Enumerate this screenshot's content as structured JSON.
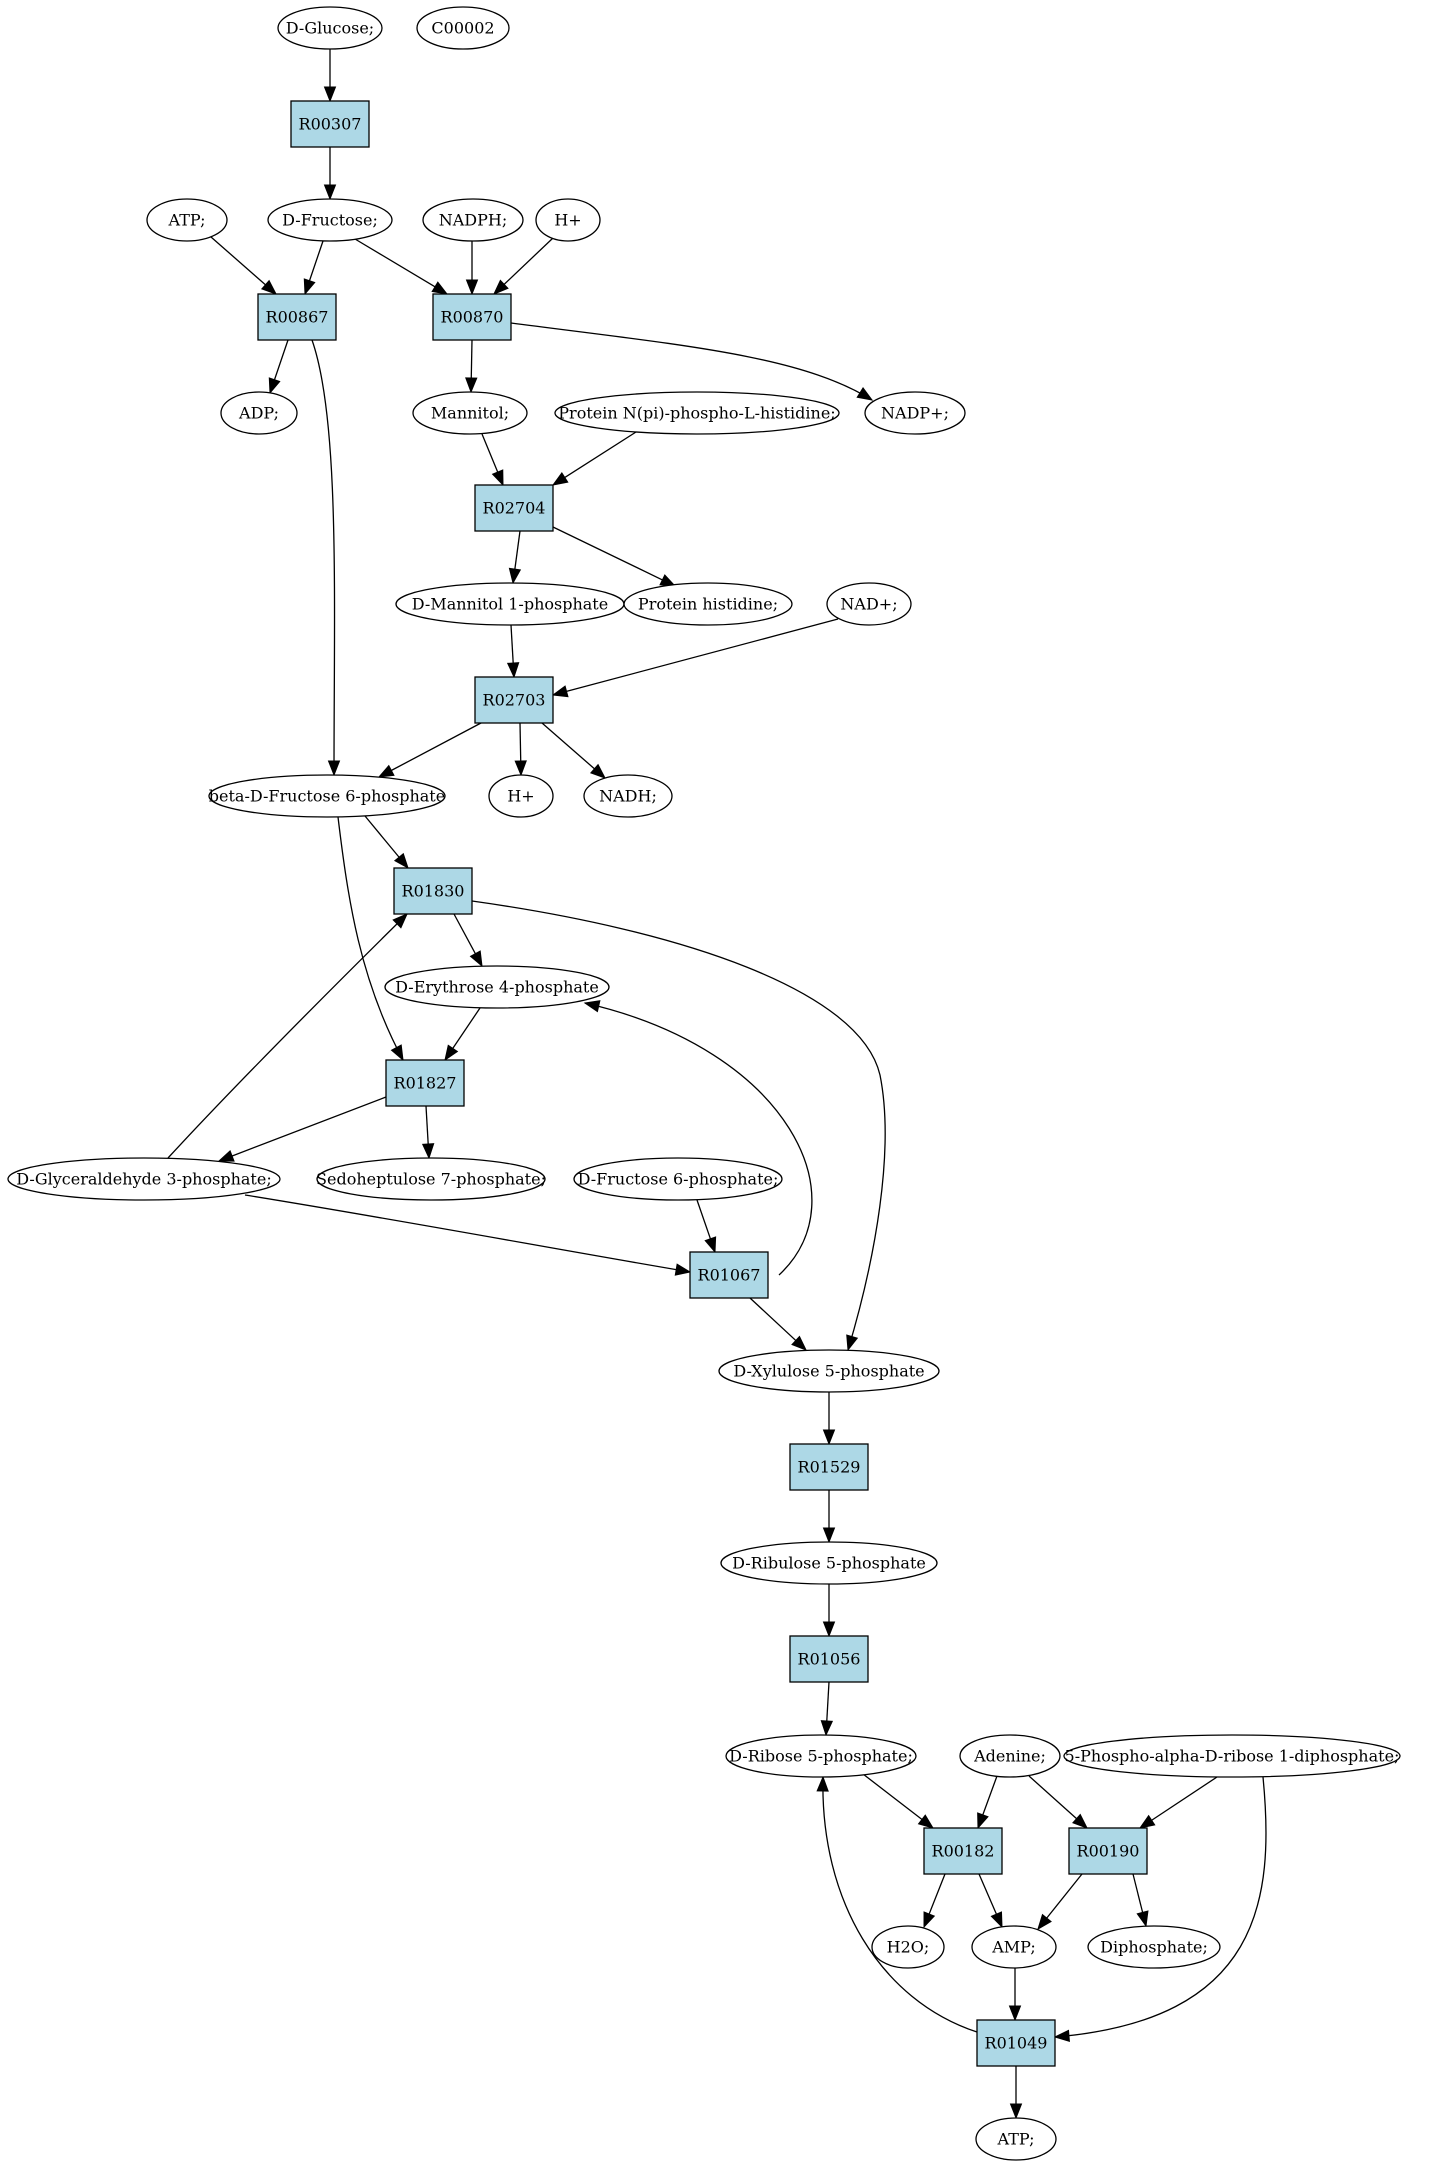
{
  "diagram": {
    "colors": {
      "start_node": "#00ee00",
      "target_node": "#ffff00",
      "reaction_node": "#add8e6",
      "compound_node": "#ffffff",
      "edge": "#000000"
    },
    "nodes": [
      {
        "id": "glucose",
        "label": "D-Glucose;",
        "kind": "start"
      },
      {
        "id": "c00002",
        "label": "C00002",
        "kind": "target"
      },
      {
        "id": "R00307",
        "label": "R00307",
        "kind": "reaction"
      },
      {
        "id": "atp1",
        "label": "ATP;",
        "kind": "compound"
      },
      {
        "id": "fructose",
        "label": "D-Fructose;",
        "kind": "compound"
      },
      {
        "id": "nadph",
        "label": "NADPH;",
        "kind": "compound"
      },
      {
        "id": "hplus1",
        "label": "H+",
        "kind": "compound"
      },
      {
        "id": "R00867",
        "label": "R00867",
        "kind": "reaction"
      },
      {
        "id": "R00870",
        "label": "R00870",
        "kind": "reaction"
      },
      {
        "id": "adp",
        "label": "ADP;",
        "kind": "compound"
      },
      {
        "id": "mannitol",
        "label": "Mannitol;",
        "kind": "compound"
      },
      {
        "id": "protnpi",
        "label": "Protein N(pi)-phospho-L-histidine;",
        "kind": "compound"
      },
      {
        "id": "nadpplus",
        "label": "NADP+;",
        "kind": "compound"
      },
      {
        "id": "R02704",
        "label": "R02704",
        "kind": "reaction"
      },
      {
        "id": "mannitol1p",
        "label": "D-Mannitol 1-phosphate",
        "kind": "compound"
      },
      {
        "id": "prothis",
        "label": "Protein histidine;",
        "kind": "compound"
      },
      {
        "id": "nadplus",
        "label": "NAD+;",
        "kind": "compound"
      },
      {
        "id": "R02703",
        "label": "R02703",
        "kind": "reaction"
      },
      {
        "id": "bf6p",
        "label": "beta-D-Fructose 6-phosphate",
        "kind": "compound"
      },
      {
        "id": "hplus2",
        "label": "H+",
        "kind": "compound"
      },
      {
        "id": "nadh",
        "label": "NADH;",
        "kind": "compound"
      },
      {
        "id": "R01830",
        "label": "R01830",
        "kind": "reaction"
      },
      {
        "id": "e4p",
        "label": "D-Erythrose 4-phosphate",
        "kind": "compound"
      },
      {
        "id": "R01827",
        "label": "R01827",
        "kind": "reaction"
      },
      {
        "id": "g3p",
        "label": "D-Glyceraldehyde 3-phosphate;",
        "kind": "compound"
      },
      {
        "id": "s7p",
        "label": "Sedoheptulose 7-phosphate;",
        "kind": "compound"
      },
      {
        "id": "f6p",
        "label": "D-Fructose 6-phosphate;",
        "kind": "compound"
      },
      {
        "id": "R01067",
        "label": "R01067",
        "kind": "reaction"
      },
      {
        "id": "x5p",
        "label": "D-Xylulose 5-phosphate",
        "kind": "compound"
      },
      {
        "id": "R01529",
        "label": "R01529",
        "kind": "reaction"
      },
      {
        "id": "ru5p",
        "label": "D-Ribulose 5-phosphate",
        "kind": "compound"
      },
      {
        "id": "R01056",
        "label": "R01056",
        "kind": "reaction"
      },
      {
        "id": "r5p",
        "label": "D-Ribose 5-phosphate;",
        "kind": "compound"
      },
      {
        "id": "adenine",
        "label": "Adenine;",
        "kind": "compound"
      },
      {
        "id": "prpp",
        "label": "5-Phospho-alpha-D-ribose 1-diphosphate;",
        "kind": "compound"
      },
      {
        "id": "R00182",
        "label": "R00182",
        "kind": "reaction"
      },
      {
        "id": "R00190",
        "label": "R00190",
        "kind": "reaction"
      },
      {
        "id": "h2o",
        "label": "H2O;",
        "kind": "compound"
      },
      {
        "id": "amp",
        "label": "AMP;",
        "kind": "compound"
      },
      {
        "id": "diphosphate",
        "label": "Diphosphate;",
        "kind": "compound"
      },
      {
        "id": "R01049",
        "label": "R01049",
        "kind": "reaction"
      },
      {
        "id": "atp2",
        "label": "ATP;",
        "kind": "compound"
      }
    ],
    "edges": [
      {
        "from": "glucose",
        "to": "R00307"
      },
      {
        "from": "R00307",
        "to": "fructose"
      },
      {
        "from": "atp1",
        "to": "R00867"
      },
      {
        "from": "fructose",
        "to": "R00867"
      },
      {
        "from": "fructose",
        "to": "R00870"
      },
      {
        "from": "nadph",
        "to": "R00870"
      },
      {
        "from": "hplus1",
        "to": "R00870"
      },
      {
        "from": "R00867",
        "to": "adp"
      },
      {
        "from": "R00867",
        "to": "bf6p"
      },
      {
        "from": "R00870",
        "to": "mannitol"
      },
      {
        "from": "R00870",
        "to": "nadpplus"
      },
      {
        "from": "mannitol",
        "to": "R02704"
      },
      {
        "from": "protnpi",
        "to": "R02704"
      },
      {
        "from": "R02704",
        "to": "mannitol1p"
      },
      {
        "from": "R02704",
        "to": "prothis"
      },
      {
        "from": "mannitol1p",
        "to": "R02703"
      },
      {
        "from": "nadplus",
        "to": "R02703"
      },
      {
        "from": "R02703",
        "to": "bf6p"
      },
      {
        "from": "R02703",
        "to": "hplus2"
      },
      {
        "from": "R02703",
        "to": "nadh"
      },
      {
        "from": "bf6p",
        "to": "R01830"
      },
      {
        "from": "bf6p",
        "to": "R01827"
      },
      {
        "from": "R01830",
        "to": "e4p"
      },
      {
        "from": "R01830",
        "to": "x5p"
      },
      {
        "from": "e4p",
        "to": "R01827"
      },
      {
        "from": "R01827",
        "to": "g3p"
      },
      {
        "from": "R01827",
        "to": "s7p"
      },
      {
        "from": "g3p",
        "to": "R01830"
      },
      {
        "from": "g3p",
        "to": "R01067"
      },
      {
        "from": "f6p",
        "to": "R01067"
      },
      {
        "from": "R01067",
        "to": "e4p"
      },
      {
        "from": "R01067",
        "to": "x5p"
      },
      {
        "from": "x5p",
        "to": "R01529"
      },
      {
        "from": "R01529",
        "to": "ru5p"
      },
      {
        "from": "ru5p",
        "to": "R01056"
      },
      {
        "from": "R01056",
        "to": "r5p"
      },
      {
        "from": "r5p",
        "to": "R00182"
      },
      {
        "from": "adenine",
        "to": "R00182"
      },
      {
        "from": "adenine",
        "to": "R00190"
      },
      {
        "from": "prpp",
        "to": "R00190"
      },
      {
        "from": "prpp",
        "to": "R01049"
      },
      {
        "from": "R00182",
        "to": "h2o"
      },
      {
        "from": "R00182",
        "to": "amp"
      },
      {
        "from": "R00190",
        "to": "amp"
      },
      {
        "from": "R00190",
        "to": "diphosphate"
      },
      {
        "from": "amp",
        "to": "R01049"
      },
      {
        "from": "R01049",
        "to": "r5p"
      },
      {
        "from": "R01049",
        "to": "atp2"
      }
    ]
  }
}
